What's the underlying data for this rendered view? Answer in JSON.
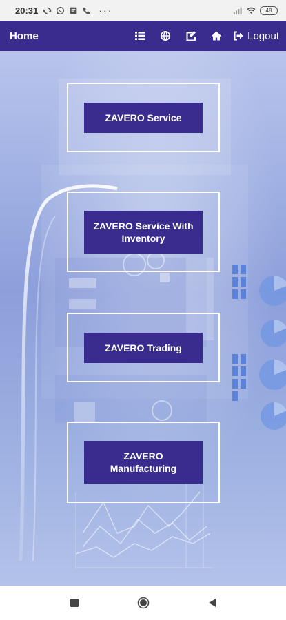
{
  "status_bar": {
    "time": "20:31",
    "battery": "48",
    "icons": [
      "sync-icon",
      "whatsapp-icon",
      "notification-icon",
      "phone-icon"
    ]
  },
  "app_bar": {
    "title": "Home",
    "logout_label": "Logout",
    "action_icons": [
      "list-icon",
      "globe-icon",
      "edit-icon",
      "home-icon"
    ],
    "color": "#3a2c8e"
  },
  "menu": {
    "items": [
      {
        "label": "ZAVERO Service"
      },
      {
        "label": "ZAVERO Service With Inventory"
      },
      {
        "label": "ZAVERO Trading"
      },
      {
        "label": "ZAVERO Manufacturing"
      }
    ]
  },
  "nav_bar": {
    "icons": [
      "recents-square-icon",
      "home-circle-icon",
      "back-triangle-icon"
    ]
  },
  "colors": {
    "accent": "#3a2c8e",
    "background": "#9fb0e3"
  }
}
